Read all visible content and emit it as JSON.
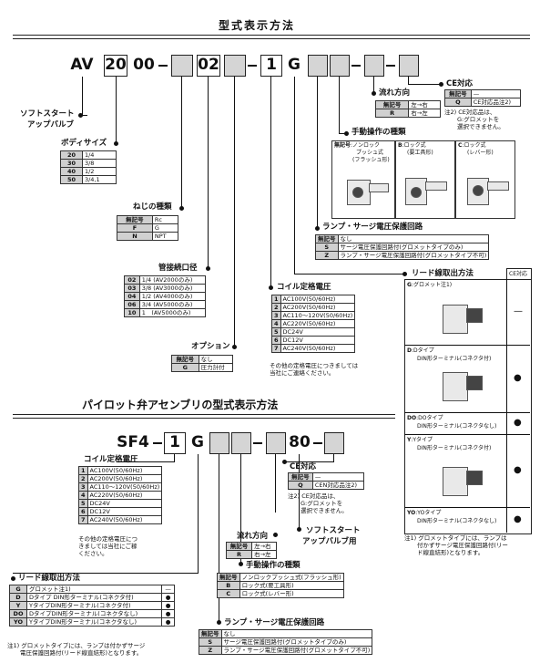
{
  "title": "型式表示方法",
  "subtitle": "パイロット弁アセンブリの型式表示方法",
  "model1": {
    "av": "AV",
    "size": "20",
    "code00": "00",
    "dash": "–",
    "thread_code": "02",
    "voltage_code": "1",
    "g": "G"
  },
  "model2": {
    "sf4": "SF4",
    "dash": "–",
    "one": "1",
    "g": "G",
    "eighty": "80"
  },
  "labels": {
    "soft_start": "ソフトスタート",
    "soft_start2": "アップバルブ",
    "body_size": "ボディサイズ",
    "thread": "ねじの種類",
    "port": "管接続口径",
    "option": "オプション",
    "ce": "CE対応",
    "flow": "流れ方向",
    "manual": "手動操作の種類",
    "surge": "ランプ・サージ電圧保護回路",
    "coil": "コイル定格電圧",
    "lead": "リード線取出方法",
    "ce2": "CE対応",
    "flow2": "流れ方向",
    "soft2a": "ソフトスタート",
    "soft2b": "アップバルブ用",
    "coil2": "コイル定格電圧",
    "manual2": "手動操作の種類",
    "surge2": "ランプ・サージ電圧保護回路",
    "lead2": "リード線取出方法"
  },
  "body_size": [
    [
      "20",
      "1/4"
    ],
    [
      "30",
      "3/8"
    ],
    [
      "40",
      "1/2"
    ],
    [
      "50",
      "3/4,1"
    ]
  ],
  "thread": [
    [
      "無記号",
      "Rc"
    ],
    [
      "F",
      "G"
    ],
    [
      "N",
      "NPT"
    ]
  ],
  "port": [
    [
      "02",
      "1/4 (AV2000のみ)"
    ],
    [
      "03",
      "3/8 (AV3000のみ)"
    ],
    [
      "04",
      "1/2 (AV4000のみ)"
    ],
    [
      "06",
      "3/4 (AV5000のみ)"
    ],
    [
      "10",
      "1　(AV5000のみ)"
    ]
  ],
  "option": [
    [
      "無記号",
      "なし"
    ],
    [
      "G",
      "圧力計付"
    ]
  ],
  "ce": [
    [
      "無記号",
      "—"
    ],
    [
      "Q",
      "CE対応品注2)"
    ]
  ],
  "ce_note": [
    "注2) CE対応品は、",
    "G:グロメットを",
    "選択できません。"
  ],
  "flow": [
    [
      "無記号",
      "左→右"
    ],
    [
      "R",
      "右→左"
    ]
  ],
  "manual": {
    "a_code": "無記号",
    "a_name": "ノンロック",
    "a_name2": "プッシュ式",
    "a_name3": "(フラッシュ形)",
    "b_code": "B",
    "b_name": "ロック式",
    "b_name2": "(要工具形)",
    "c_code": "C",
    "c_name": "ロック式",
    "c_name2": "(レバー形)"
  },
  "surge": [
    [
      "無記号",
      "なし"
    ],
    [
      "S",
      "サージ電圧保護回路付(グロメットタイプのみ)"
    ],
    [
      "Z",
      "ランプ・サージ電圧保護回路付(グロメットタイプ不可)"
    ]
  ],
  "coil": [
    [
      "1",
      "AC100V(50/60Hz)"
    ],
    [
      "2",
      "AC200V(50/60Hz)"
    ],
    [
      "3",
      "AC110～120V(50/60Hz)"
    ],
    [
      "4",
      "AC220V(50/60Hz)"
    ],
    [
      "5",
      "DC24V"
    ],
    [
      "6",
      "DC12V"
    ],
    [
      "7",
      "AC240V(50/60Hz)"
    ]
  ],
  "coil_note": [
    "その他の定格電圧につきましては",
    "当社にご連絡ください。"
  ],
  "lead_header": "CE対応",
  "lead": [
    {
      "code": "G",
      "name": "グロメット注1)",
      "sub": "",
      "mark": "—"
    },
    {
      "code": "D",
      "name": "Dタイプ",
      "sub": "DIN形ターミナル(コネクタ付)",
      "mark": "●"
    },
    {
      "code": "DO",
      "name": "DOタイプ",
      "sub": "DIN形ターミナル(コネクタなし)",
      "mark": "●"
    },
    {
      "code": "Y",
      "name": "Yタイプ",
      "sub": "DIN形ターミナル(コネクタ付)",
      "mark": "●"
    },
    {
      "code": "YO",
      "name": "YOタイプ",
      "sub": "DIN形ターミナル(コネクタなし)",
      "mark": "●"
    }
  ],
  "lead_note": [
    "注1) グロメットタイプには、ランプは",
    "付かずサージ電圧保護回路付(リー",
    "ド線直結形)となります。"
  ],
  "coil2": [
    [
      "1",
      "AC100V(50/60Hz)"
    ],
    [
      "2",
      "AC200V(50/60Hz)"
    ],
    [
      "3",
      "AC110～120V(50/60Hz)"
    ],
    [
      "4",
      "AC220V(50/60Hz)"
    ],
    [
      "5",
      "DC24V"
    ],
    [
      "6",
      "DC12V"
    ],
    [
      "7",
      "AC240V(50/60Hz)"
    ]
  ],
  "coil2_note": [
    "その他の定格電圧につ",
    "きましては当社にご稼",
    "ください。"
  ],
  "ce2": [
    [
      "無記号",
      "—"
    ],
    [
      "Q",
      "CEN対応品注2)"
    ]
  ],
  "ce2_note": [
    "注2) CE対応品は、",
    "G:グロメットを",
    "選択できません。"
  ],
  "flow2": [
    [
      "無記号",
      "左→右"
    ],
    [
      "R",
      "右→左"
    ]
  ],
  "manual2": [
    [
      "無記号",
      "ノンロックプッシュ式(フラッシュ形)"
    ],
    [
      "B",
      "ロック式(要工具形)"
    ],
    [
      "C",
      "ロック式(レバー形)"
    ]
  ],
  "surge2": [
    [
      "無記号",
      "なし"
    ],
    [
      "S",
      "サージ電圧保護回路付(グロメットタイプのみ)"
    ],
    [
      "Z",
      "ランプ・サージ電圧保護回路付(グロメットタイプ不可)"
    ]
  ],
  "lead2_header": "CE対応",
  "lead2": [
    [
      "G",
      "グロメット注1)",
      "—"
    ],
    [
      "D",
      "Dタイプ DIN形ターミナル(コネクタ付)",
      "●"
    ],
    [
      "Y",
      "YタイプDIN形ターミナル(コネクタ付)",
      "●"
    ],
    [
      "DO",
      "DタイプDIN形ターミナル(コネクタなし)",
      "●"
    ],
    [
      "YO",
      "YタイプDIN形ターミナル(コネクタなし)",
      "●"
    ]
  ],
  "lead2_note": [
    "注1) グロメットタイプには、ランプは付かずサージ",
    "電圧保護回路付(リード線直結形)となります。"
  ]
}
